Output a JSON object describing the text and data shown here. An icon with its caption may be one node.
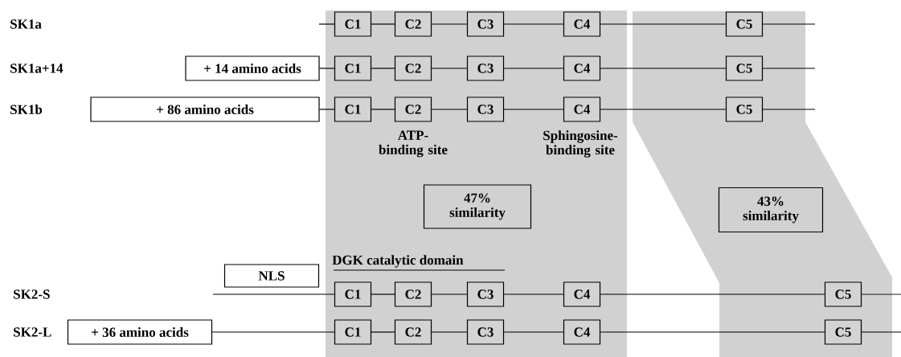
{
  "diagram": {
    "nodes": [
      {
        "text": [
          "C1"
        ]
      },
      {
        "text": [
          "C2"
        ]
      },
      {
        "text": [
          "C3"
        ]
      },
      {
        "text": [
          "C4"
        ]
      },
      {
        "text": [
          "C5"
        ]
      },
      {
        "text": [
          "+ 14 amino acids"
        ]
      },
      {
        "text": [
          "C1"
        ]
      },
      {
        "text": [
          "C2"
        ]
      },
      {
        "text": [
          "C3"
        ]
      },
      {
        "text": [
          "C4"
        ]
      },
      {
        "text": [
          "C5"
        ]
      },
      {
        "text": [
          "+ 86 amino acids"
        ]
      },
      {
        "text": [
          "C1"
        ]
      },
      {
        "text": [
          "C2"
        ]
      },
      {
        "text": [
          "C3"
        ]
      },
      {
        "text": [
          "C4"
        ]
      },
      {
        "text": [
          "C5"
        ]
      },
      {
        "text": [
          "47% similarity"
        ]
      },
      {
        "text": [
          "43% similarity"
        ]
      },
      {
        "text": [
          "NLS"
        ]
      },
      {
        "text": [
          "C1"
        ]
      },
      {
        "text": [
          "C2"
        ]
      },
      {
        "text": [
          "C3"
        ]
      },
      {
        "text": [
          "C4"
        ]
      },
      {
        "text": [
          "C5"
        ]
      },
      {
        "text": [
          "+ 36 amino acids"
        ]
      },
      {
        "text": [
          "C1"
        ]
      },
      {
        "text": [
          "C2"
        ]
      },
      {
        "text": [
          "C3"
        ]
      },
      {
        "text": [
          "C4"
        ]
      },
      {
        "text": [
          "C5"
        ]
      }
    ],
    "edges": [
      {
        "from": null,
        "to": 0,
        "arrow": "none"
      },
      {
        "from": 0,
        "to": 1,
        "arrow": "none"
      },
      {
        "from": 1,
        "to": 2,
        "arrow": "none"
      },
      {
        "from": 2,
        "to": 3,
        "arrow": "none"
      },
      {
        "from": 3,
        "to": 4,
        "arrow": "none"
      },
      {
        "from": 4,
        "to": null,
        "arrow": "none"
      },
      {
        "from": 5,
        "to": 6,
        "arrow": "none"
      },
      {
        "from": 6,
        "to": 7,
        "arrow": "none"
      },
      {
        "from": 7,
        "to": 8,
        "arrow": "none"
      },
      {
        "from": 8,
        "to": 9,
        "arrow": "none"
      },
      {
        "from": 9,
        "to": 10,
        "arrow": "none"
      },
      {
        "from": 10,
        "to": null,
        "arrow": "none"
      },
      {
        "from": 11,
        "to": 12,
        "arrow": "none"
      },
      {
        "from": 12,
        "to": 13,
        "arrow": "none"
      },
      {
        "from": 13,
        "to": 14,
        "arrow": "none"
      },
      {
        "from": 14,
        "to": 15,
        "arrow": "none"
      },
      {
        "from": 15,
        "to": 16,
        "arrow": "none"
      },
      {
        "from": 16,
        "to": null,
        "arrow": "none"
      },
      {
        "from": null,
        "to": 20,
        "arrow": "none"
      },
      {
        "from": 20,
        "to": 21,
        "arrow": "none"
      },
      {
        "from": 21,
        "to": 22,
        "arrow": "none"
      },
      {
        "from": 22,
        "to": 23,
        "arrow": "none"
      },
      {
        "from": 23,
        "to": 24,
        "arrow": "none"
      },
      {
        "from": 24,
        "to": null,
        "arrow": "none"
      },
      {
        "from": 25,
        "to": 26,
        "arrow": "none"
      },
      {
        "from": 26,
        "to": 27,
        "arrow": "none"
      },
      {
        "from": 27,
        "to": 28,
        "arrow": "none"
      },
      {
        "from": 28,
        "to": 29,
        "arrow": "none"
      },
      {
        "from": 29,
        "to": 30,
        "arrow": "none"
      },
      {
        "from": 30,
        "to": null,
        "arrow": "none"
      }
    ],
    "labels": [
      "SK1a",
      "SK1a+14",
      "SK1b",
      "ATP- binding site",
      "Sphingosine- binding site",
      "DGK catalytic domain",
      "SK2-S",
      "SK2-L"
    ]
  }
}
